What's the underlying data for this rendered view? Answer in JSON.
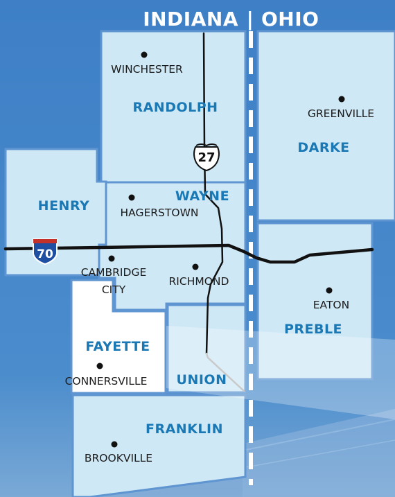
{
  "title": {
    "left_state": "INDIANA",
    "separator": "|",
    "right_state": "OHIO"
  },
  "counties": {
    "randolph": "RANDOLPH",
    "darke": "DARKE",
    "henry": "HENRY",
    "wayne": "WAYNE",
    "fayette": "FAYETTE",
    "union": "UNION",
    "preble": "PREBLE",
    "franklin": "FRANKLIN"
  },
  "cities": {
    "winchester": "WINCHESTER",
    "greenville": "GREENVILLE",
    "hagerstown": "HAGERSTOWN",
    "cambridge_city_line1": "CAMBRIDGE",
    "cambridge_city_line2": "CITY",
    "richmond": "RICHMOND",
    "eaton": "EATON",
    "connersville": "CONNERSVILLE",
    "brookville": "BROOKVILLE"
  },
  "highways": {
    "us_route": "27",
    "interstate": "70"
  },
  "colors": {
    "background": "#3f7fc4",
    "county_fill": "#cfe8f6",
    "county_border": "#5f95d0",
    "highlight_county": "#ffffff",
    "county_label": "#1a78b4",
    "road": "#111111",
    "interstate_shield": "#1e4fa3"
  }
}
